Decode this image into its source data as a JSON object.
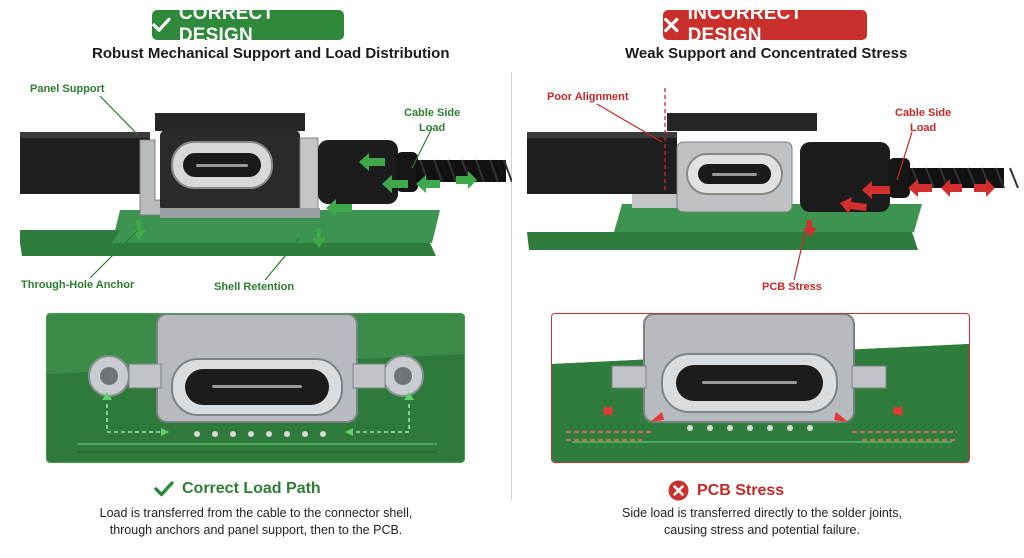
{
  "left": {
    "badge": "CORRECT DESIGN",
    "subtitle": "Robust Mechanical Support and Load Distribution",
    "callouts": {
      "panel_support": "Panel Support",
      "cable_side_load_1": "Cable Side",
      "cable_side_load_2": "Load",
      "through_hole": "Through-Hole Anchor",
      "shell_retention": "Shell Retention"
    },
    "bottom_title": "Correct Load Path",
    "desc_1": "Load is transferred from the cable to the connector shell,",
    "desc_2": "through anchors and panel support, then to the PCB."
  },
  "right": {
    "badge": "INCORRECT DESIGN",
    "subtitle": "Weak Support and Concentrated Stress",
    "callouts": {
      "poor_alignment": "Poor Alignment",
      "cable_side_load_1": "Cable Side",
      "cable_side_load_2": "Load",
      "pcb_stress": "PCB Stress"
    },
    "bottom_title": "PCB Stress",
    "desc_1": "Side load is transferred directly to the solder joints,",
    "desc_2": "causing stress and potential failure."
  },
  "colors": {
    "good": "#2e8a3a",
    "bad": "#c9302c",
    "pcb": "#2f7d3c"
  },
  "icons": {
    "ok": "check-icon",
    "bad": "x-icon",
    "ok_bottom": "check-icon",
    "bad_bottom": "x-circle-icon"
  }
}
